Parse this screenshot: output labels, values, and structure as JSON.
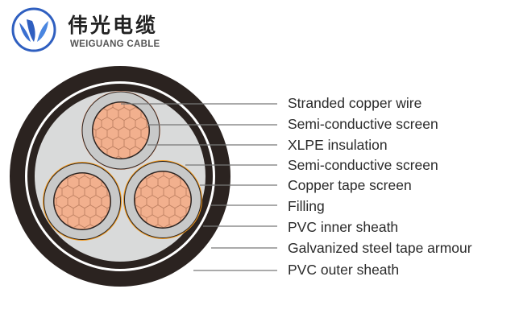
{
  "brand": {
    "name_cn": "伟光电缆",
    "name_en": "WEIGUANG CABLE",
    "logo_color": "#2f5fc0"
  },
  "labels": [
    "Stranded copper wire",
    "Semi-conductive screen",
    "XLPE insulation",
    "Semi-conductive screen",
    "Copper tape screen",
    "Filling",
    "PVC inner sheath",
    "Galvanized steel tape armour",
    "PVC outer sheath"
  ],
  "colors": {
    "sheath": "#2b2320",
    "filling": "#d9dada",
    "insulation": "#c8c9c9",
    "copper": "#f2b08e",
    "copper_tape": "#f29a1e",
    "leader": "#777777"
  }
}
